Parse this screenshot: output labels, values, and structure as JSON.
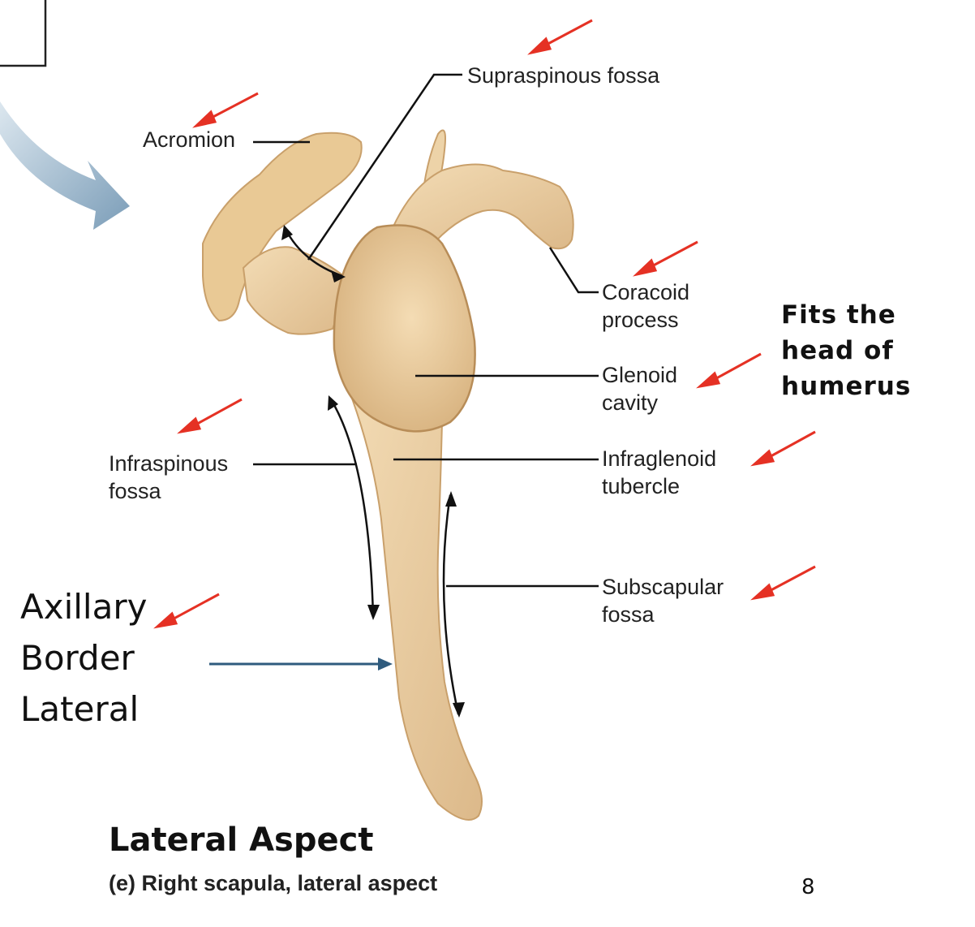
{
  "labels": {
    "supraspinous_fossa": "Supraspinous fossa",
    "acromion": "Acromion",
    "coracoid_process": [
      "Coracoid",
      "process"
    ],
    "glenoid_cavity": [
      "Glenoid",
      "cavity"
    ],
    "infraglenoid_tubercle": [
      "Infraglenoid",
      "tubercle"
    ],
    "infraspinous_fossa": [
      "Infraspinous",
      "fossa"
    ],
    "subscapular_fossa": [
      "Subscapular",
      "fossa"
    ]
  },
  "note": [
    "Fits the",
    "head  of",
    "humerus"
  ],
  "border_label": [
    "Axillary",
    "Border",
    "Lateral"
  ],
  "title": "Lateral Aspect",
  "caption": "(e) Right scapula, lateral aspect",
  "page_number": "8",
  "colors": {
    "bone": "#ecd0a4",
    "bone_shadow": "#d2ad7c",
    "red_arrow": "#e53124",
    "blue_arrow": "#2f5b7e",
    "leader_line": "#111111"
  }
}
